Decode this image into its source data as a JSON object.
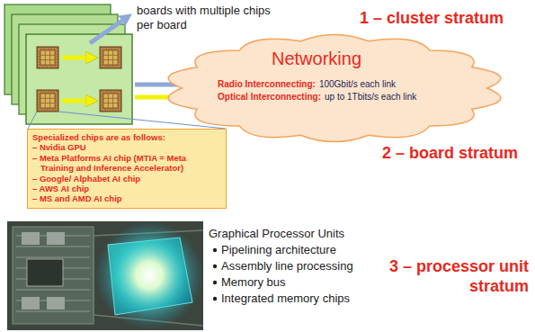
{
  "diagram": {
    "nodes": [
      {
        "text": [
          "Networking",
          "Radio Interconnecting:",
          "100Gbit/s each link",
          "Optical Interconnecting:",
          "up to 1Tbits/s each link"
        ]
      },
      {
        "text": [
          "Specialized chips are as follows:",
          "– Nvidia GPU",
          "– Meta Platforms AI chip (MTIA = Meta Training and Inference Accelerator)",
          "– Google/ Alphabet AI chip",
          "– AWS AI chip",
          "– MS and AMD AI chip"
        ]
      }
    ],
    "labels": [
      "boards with multiple chips per board",
      "1 – cluster stratum",
      "2 – board stratum",
      "Graphical Processor Units",
      "Pipelining architecture",
      "Assembly line processing",
      "Memory bus",
      "Integrated memory chips",
      "3 – processor unit stratum"
    ]
  }
}
